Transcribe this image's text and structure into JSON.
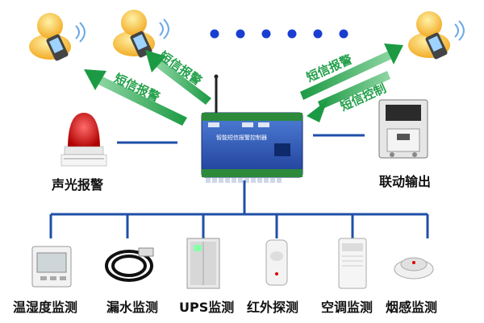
{
  "diagram": {
    "controller": {
      "name": "智能短信报警控制器"
    },
    "arrows": {
      "sms_alarm_1": "短信报警",
      "sms_alarm_2": "短信报警",
      "sms_alarm_right": "短信报警",
      "sms_control": "短信控制"
    },
    "devices_top": {
      "sound_light": "声光报警",
      "linkage": "联动输出"
    },
    "sensors": [
      {
        "label": "温湿度监测"
      },
      {
        "label": "漏水监测"
      },
      {
        "label": "UPS监测"
      },
      {
        "label": "红外探测"
      },
      {
        "label": "空调监测"
      },
      {
        "label": "烟感监测"
      }
    ],
    "colors": {
      "line_blue": "#1f4fa8",
      "arrow_green": "#23a04a",
      "dot_blue": "#1a3fd0"
    },
    "icons": {
      "user_phone": "user-phone-icon",
      "siren": "red-siren-icon",
      "contactor": "contactor-icon"
    }
  }
}
